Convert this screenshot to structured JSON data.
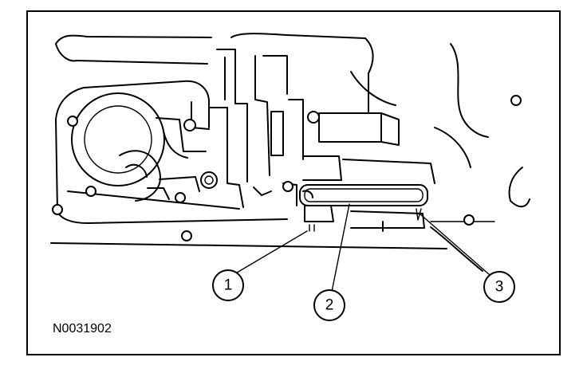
{
  "figure": {
    "id_label": "N0031902",
    "callouts": [
      {
        "number": "1"
      },
      {
        "number": "2"
      },
      {
        "number": "3"
      }
    ]
  }
}
